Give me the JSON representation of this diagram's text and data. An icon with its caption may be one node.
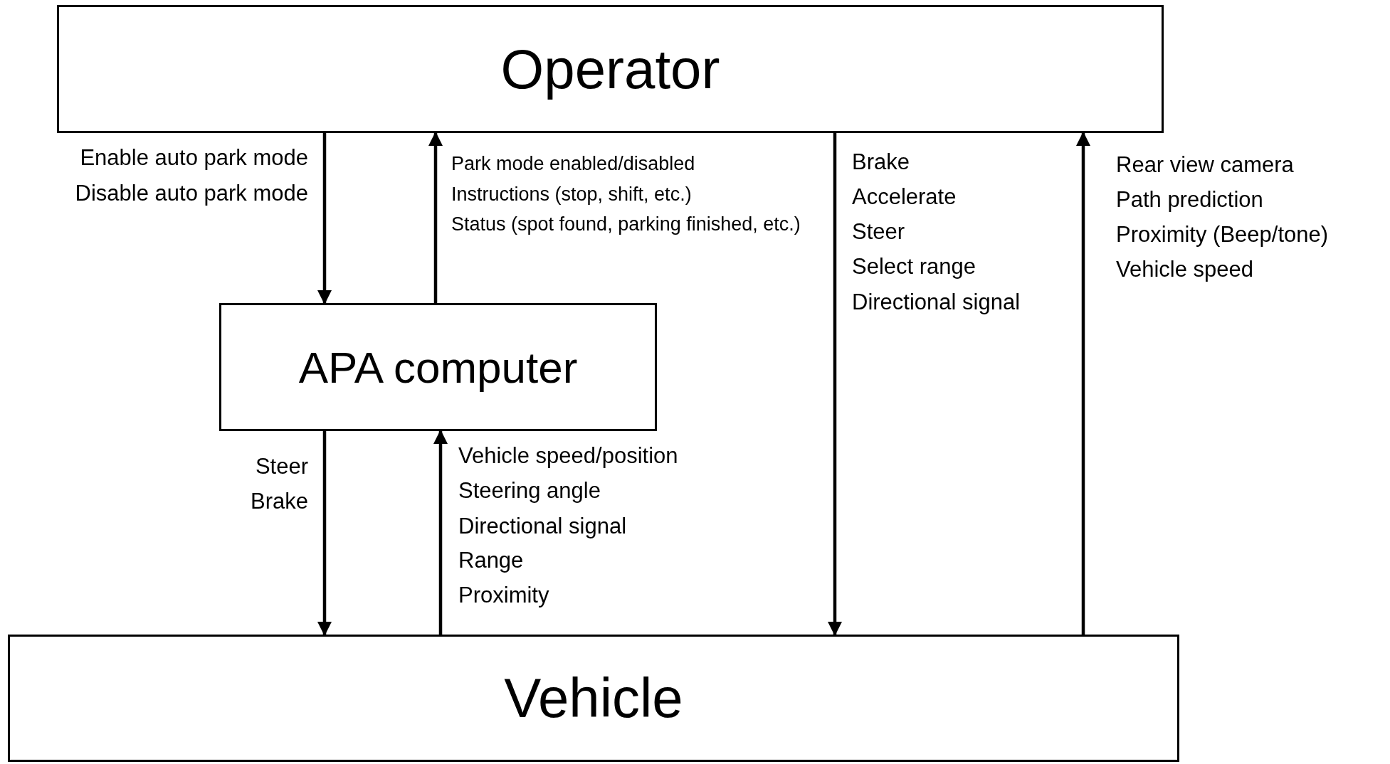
{
  "diagram": {
    "nodes": [
      {
        "text": [
          "Operator"
        ]
      },
      {
        "text": [
          "APA computer"
        ]
      },
      {
        "text": [
          "Vehicle"
        ]
      }
    ],
    "edges": [
      {
        "from": 0,
        "to": 1,
        "arrow": "to"
      },
      {
        "from": 1,
        "to": 0,
        "arrow": "to"
      },
      {
        "from": 1,
        "to": 2,
        "arrow": "to"
      },
      {
        "from": 2,
        "to": 1,
        "arrow": "to"
      },
      {
        "from": 0,
        "to": 2,
        "arrow": "to"
      },
      {
        "from": 2,
        "to": 0,
        "arrow": "to"
      }
    ],
    "labels": [
      "Enable auto park mode",
      "Disable auto park mode",
      "Park mode enabled/disabled",
      "Instructions (stop, shift, etc.)",
      "Status (spot found, parking finished, etc.)",
      "Brake",
      "Accelerate",
      "Steer",
      "Select range",
      "Directional signal",
      "Rear view camera",
      "Path prediction",
      "Proximity (Beep/tone)",
      "Vehicle speed",
      "Steer",
      "Brake",
      "Vehicle speed/position",
      "Steering angle",
      "Directional signal",
      "Range",
      "Proximity"
    ]
  }
}
